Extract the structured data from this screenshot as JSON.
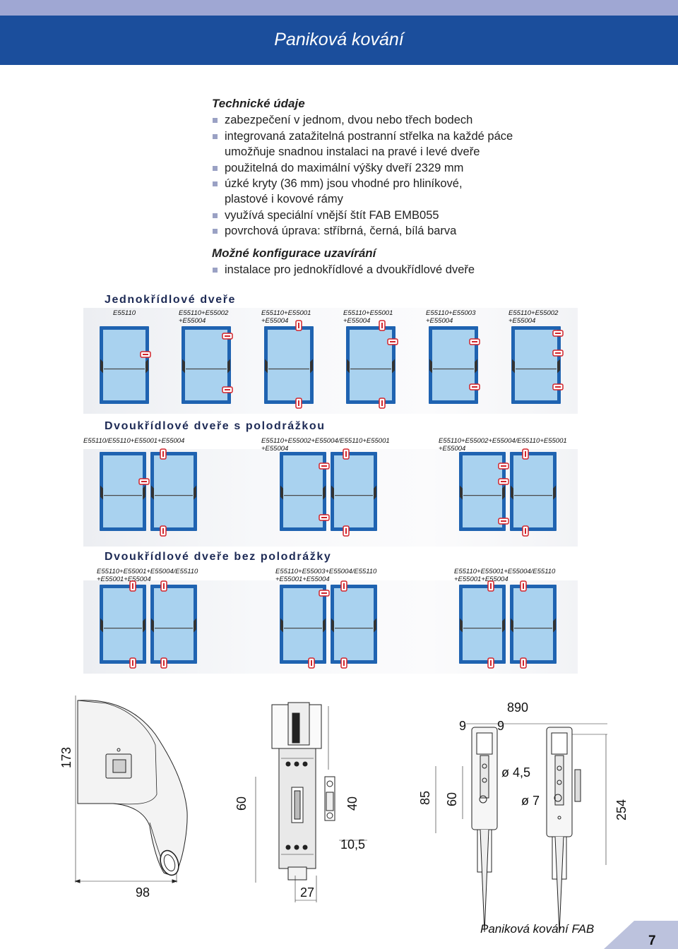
{
  "header": {
    "title": "Paniková kování"
  },
  "specs": {
    "heading": "Technické údaje",
    "lines": [
      {
        "text": "zabezpečení v jednom, dvou nebo třech bodech",
        "bullet": true
      },
      {
        "text": "integrovaná zatažitelná postranní střelka na každé páce",
        "bullet": true
      },
      {
        "text": "umožňuje snadnou instalaci na pravé i levé dveře",
        "bullet": false
      },
      {
        "text": "použitelná do maximální výšky dveří  2329 mm",
        "bullet": true
      },
      {
        "text": "úzké kryty (36 mm) jsou vhodné pro hliníkové,",
        "bullet": true
      },
      {
        "text": "plastové i kovové rámy",
        "bullet": false
      },
      {
        "text": "využívá speciální vnější štít FAB EMB055",
        "bullet": true
      },
      {
        "text": "povrchová úprava: stříbrná, černá, bílá barva",
        "bullet": true
      }
    ],
    "config_heading": "Možné konfigurace uzavírání",
    "config_lines": [
      {
        "text": "instalace pro jednokřídlové a dvoukřídlové dveře",
        "bullet": true
      }
    ]
  },
  "sections": {
    "single": {
      "title": "Jednokřídlové dveře",
      "configs": [
        {
          "line1": "E55110",
          "line2": ""
        },
        {
          "line1": "E55110+E55002",
          "line2": "+E55004"
        },
        {
          "line1": "E55110+E55001",
          "line2": "+E55004"
        },
        {
          "line1": "E55110+E55001",
          "line2": "+E55004"
        },
        {
          "line1": "E55110+E55003",
          "line2": "+E55004"
        },
        {
          "line1": "E55110+E55002",
          "line2": "+E55004"
        }
      ]
    },
    "double_rebate": {
      "title": "Dvoukřídlové dveře s polodrážkou",
      "configs": [
        {
          "line1": "E55110/E55110+E55001+E55004",
          "line2": ""
        },
        {
          "line1": "E55110+E55002+E55004/E55110+E55001",
          "line2": "+E55004"
        },
        {
          "line1": "E55110+E55002+E55004/E55110+E55001",
          "line2": "+E55004"
        }
      ]
    },
    "double_norebate": {
      "title": "Dvoukřídlové dveře bez polodrážky",
      "configs": [
        {
          "line1": "E55110+E55001+E55004/E55110",
          "line2": "+E55001+E55004"
        },
        {
          "line1": "E55110+E55003+E55004/E55110",
          "line2": "+E55001+E55004"
        },
        {
          "line1": "E55110+E55001+E55004/E55110",
          "line2": "+E55001+E55004"
        }
      ]
    }
  },
  "dimensions": {
    "left_height": "173",
    "left_width": "98",
    "mid_height": "60",
    "mid_height2": "40",
    "mid_width": "27",
    "mid_offset": "10,5",
    "right_top": "890",
    "right_nine_a": "9",
    "right_nine_b": "9",
    "right_85": "85",
    "right_60": "60",
    "right_dia1": "ø 4,5",
    "right_dia2": "ø 7",
    "right_254": "254"
  },
  "footer": {
    "text": "Paniková kování FAB",
    "page": "7"
  },
  "colors": {
    "banner": "#1b4e9c",
    "strip": "#9fa7d3",
    "door_frame": "#1f63b1",
    "door_glass": "#a9d2ef",
    "lock": "#d2232a",
    "bullet": "#9aa1c4"
  }
}
